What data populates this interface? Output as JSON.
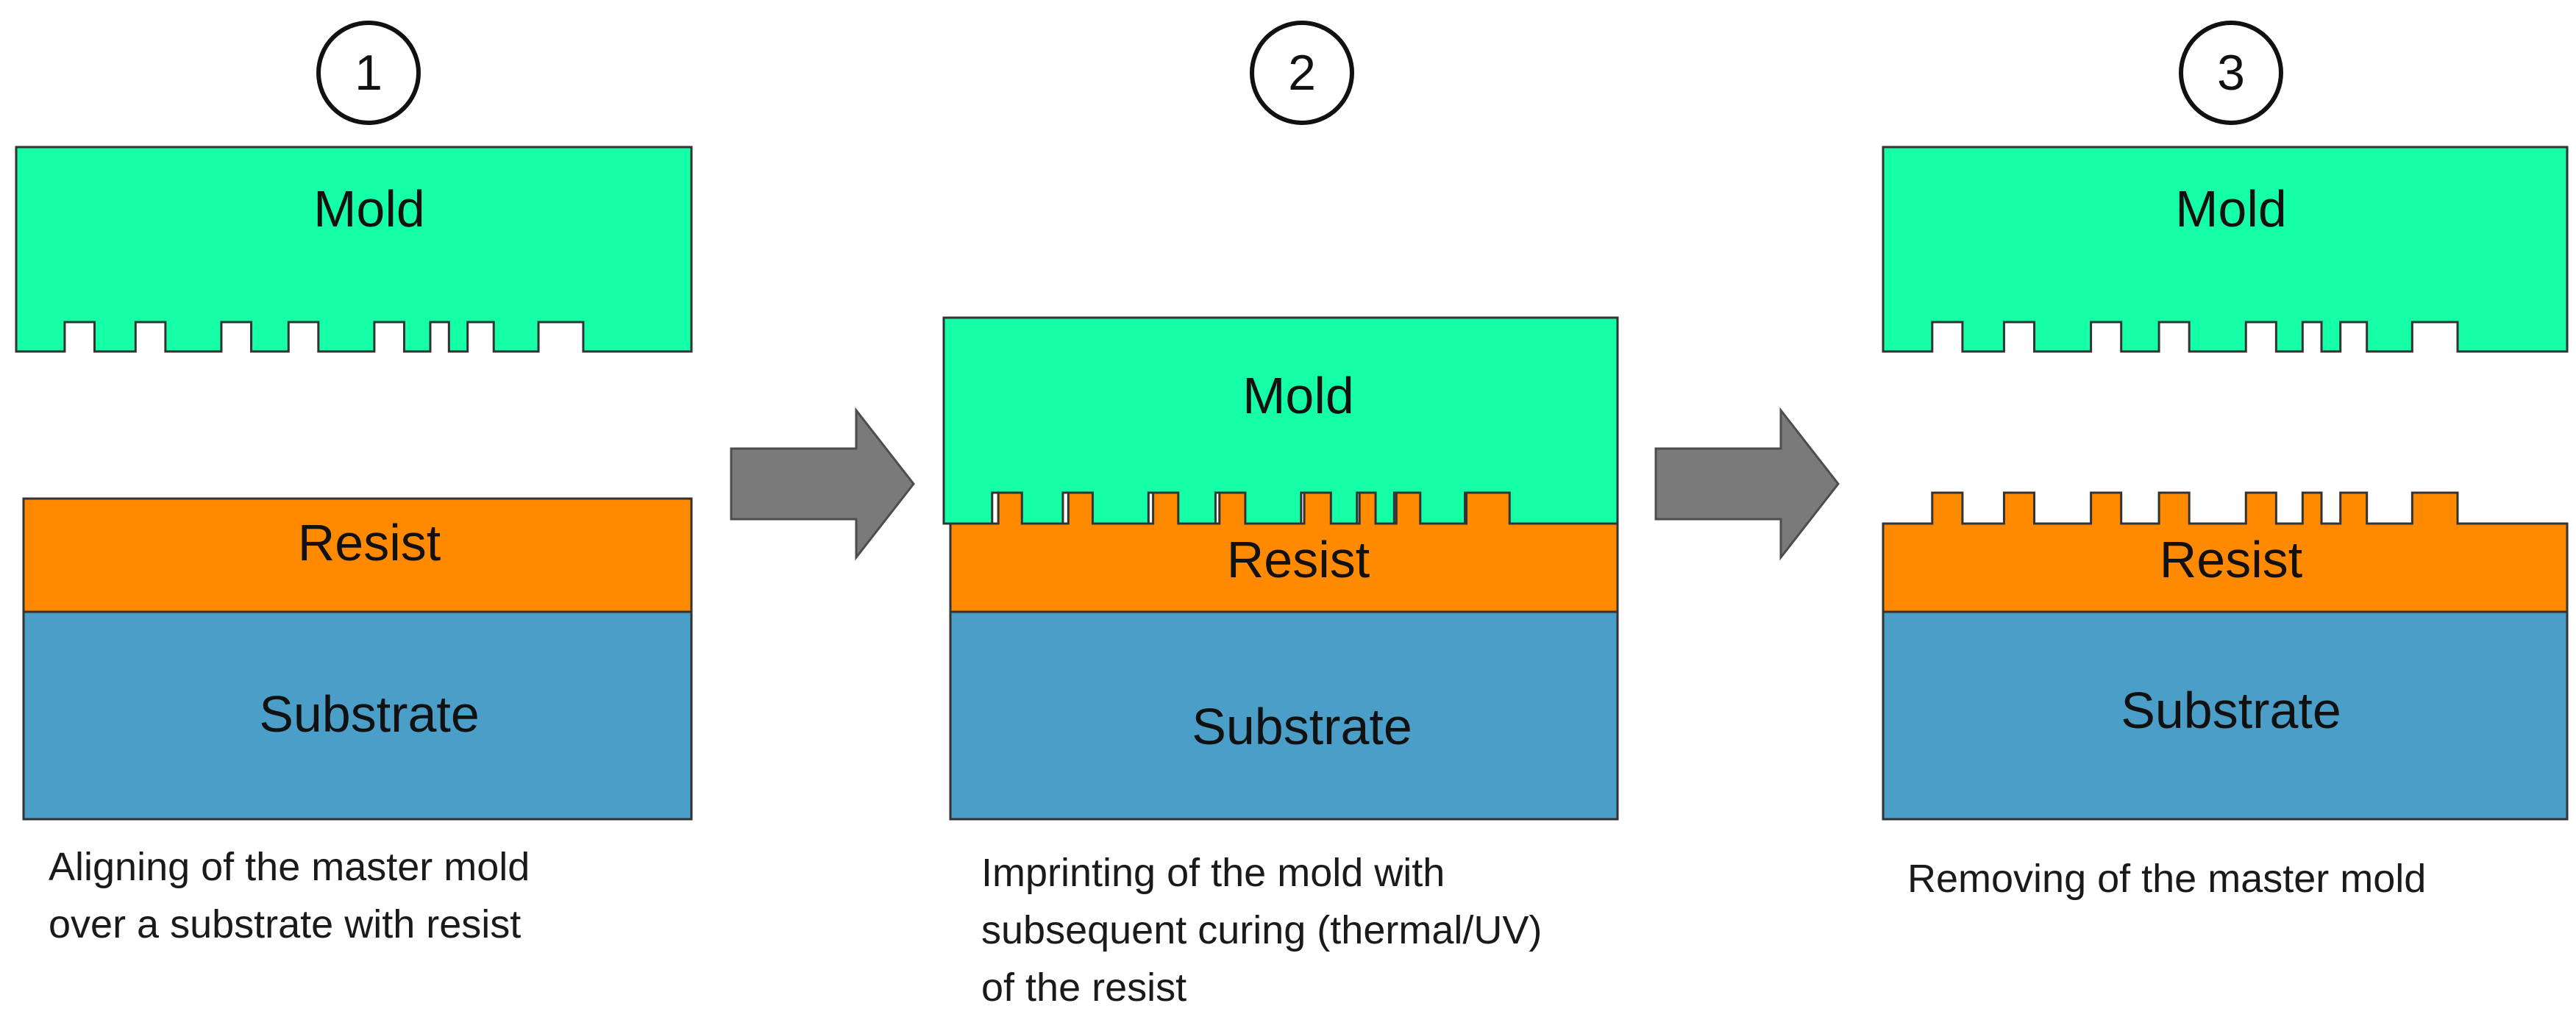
{
  "colors": {
    "mold": "#14ffa6",
    "resist": "#ff8a00",
    "substrate": "#4a9ec8",
    "arrow": "#7a7a7a",
    "outline": "#333333"
  },
  "steps": [
    {
      "number": "1",
      "mold_label": "Mold",
      "resist_label": "Resist",
      "substrate_label": "Substrate",
      "caption_lines": [
        "Aligning  of the master mold",
        "over a substrate with resist"
      ]
    },
    {
      "number": "2",
      "mold_label": "Mold",
      "resist_label": "Resist",
      "substrate_label": "Substrate",
      "caption_lines": [
        "Imprinting of the mold with",
        "subsequent curing (thermal/UV)",
        "of the resist"
      ]
    },
    {
      "number": "3",
      "mold_label": "Mold",
      "resist_label": "Resist",
      "substrate_label": "Substrate",
      "caption_lines": [
        "Removing of the master mold"
      ]
    }
  ],
  "arrows": [
    "right-arrow-icon",
    "right-arrow-icon"
  ]
}
